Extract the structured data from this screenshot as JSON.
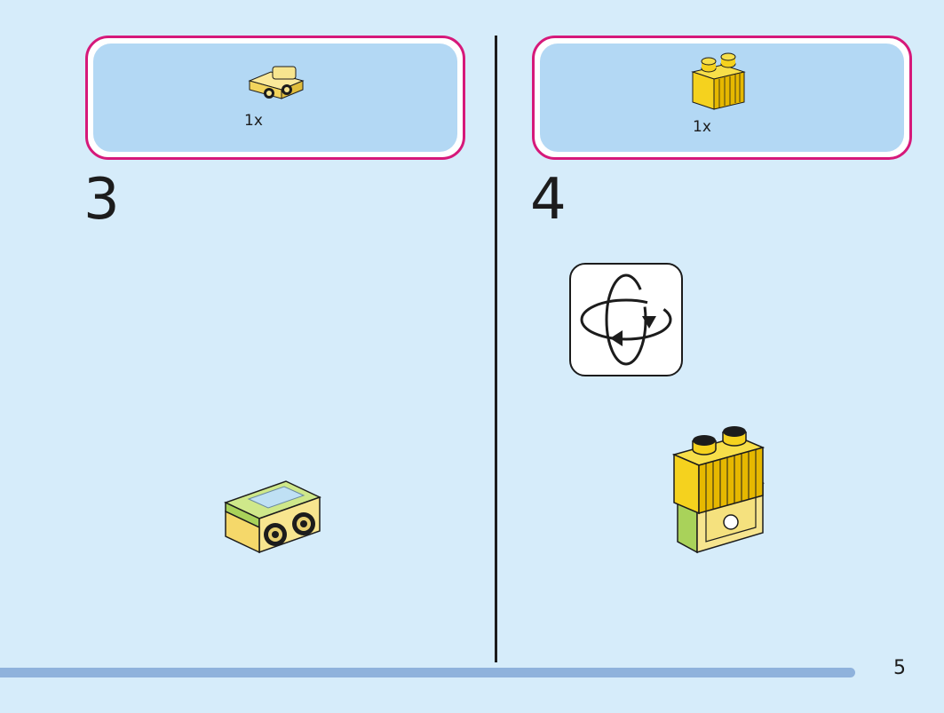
{
  "steps": [
    {
      "number": "3",
      "parts": [
        {
          "qty": "1x",
          "part": "yellow-bracket-plate"
        }
      ]
    },
    {
      "number": "4",
      "parts": [
        {
          "qty": "1x",
          "part": "yellow-grille-brick"
        }
      ],
      "rotate_icon": "rotate-model-icon"
    }
  ],
  "page_number": "5",
  "colors": {
    "background": "#d6ecfa",
    "parts_box_border": "#d6197a",
    "parts_box_fill": "#b3d8f4",
    "brick_yellow": "#f5d21e",
    "brick_light_yellow": "#f7e58f",
    "brick_lime": "#a9d25a",
    "bottom_bar": "#8fb2dc"
  }
}
